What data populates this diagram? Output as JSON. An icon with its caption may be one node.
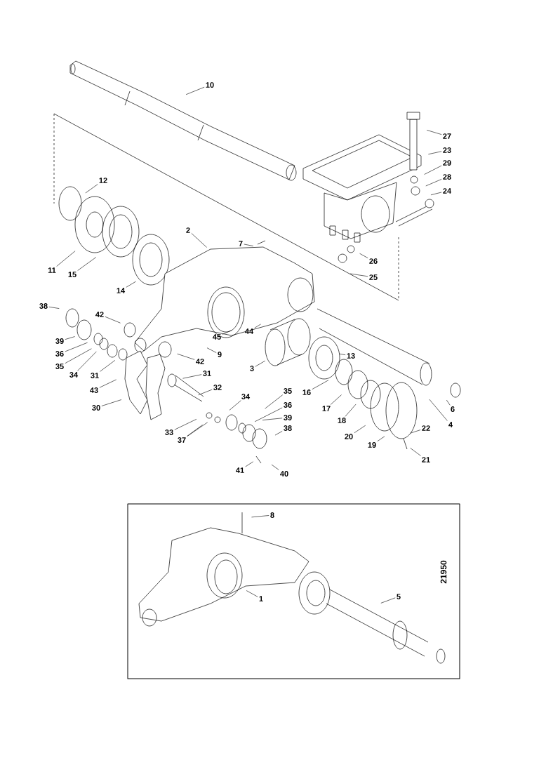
{
  "diagram": {
    "nodes": [
      {
        "text": [
          "10"
        ]
      },
      {
        "text": [
          "27"
        ]
      },
      {
        "text": [
          "23"
        ]
      },
      {
        "text": [
          "29"
        ]
      },
      {
        "text": [
          "28"
        ]
      },
      {
        "text": [
          "12"
        ]
      },
      {
        "text": [
          "24"
        ]
      },
      {
        "text": [
          "2"
        ]
      },
      {
        "text": [
          "7"
        ]
      },
      {
        "text": [
          "26"
        ]
      },
      {
        "text": [
          "11"
        ]
      },
      {
        "text": [
          "15"
        ]
      },
      {
        "text": [
          "25"
        ]
      },
      {
        "text": [
          "14"
        ]
      },
      {
        "text": [
          "38"
        ]
      },
      {
        "text": [
          "42"
        ]
      },
      {
        "text": [
          "44"
        ]
      },
      {
        "text": [
          "45"
        ]
      },
      {
        "text": [
          "39"
        ]
      },
      {
        "text": [
          "36"
        ]
      },
      {
        "text": [
          "9"
        ]
      },
      {
        "text": [
          "13"
        ]
      },
      {
        "text": [
          "42"
        ]
      },
      {
        "text": [
          "35"
        ]
      },
      {
        "text": [
          "3"
        ]
      },
      {
        "text": [
          "31"
        ]
      },
      {
        "text": [
          "34"
        ]
      },
      {
        "text": [
          "31"
        ]
      },
      {
        "text": [
          "32"
        ]
      },
      {
        "text": [
          "43"
        ]
      },
      {
        "text": [
          "35"
        ]
      },
      {
        "text": [
          "16"
        ]
      },
      {
        "text": [
          "34"
        ]
      },
      {
        "text": [
          "36"
        ]
      },
      {
        "text": [
          "30"
        ]
      },
      {
        "text": [
          "17"
        ]
      },
      {
        "text": [
          "6"
        ]
      },
      {
        "text": [
          "39"
        ]
      },
      {
        "text": [
          "18"
        ]
      },
      {
        "text": [
          "4"
        ]
      },
      {
        "text": [
          "22"
        ]
      },
      {
        "text": [
          "38"
        ]
      },
      {
        "text": [
          "33"
        ]
      },
      {
        "text": [
          "20"
        ]
      },
      {
        "text": [
          "37"
        ]
      },
      {
        "text": [
          "19"
        ]
      },
      {
        "text": [
          "21"
        ]
      },
      {
        "text": [
          "41"
        ]
      },
      {
        "text": [
          "40"
        ]
      },
      {
        "text": [
          "8"
        ]
      },
      {
        "text": [
          "1"
        ]
      },
      {
        "text": [
          "5"
        ]
      }
    ],
    "edges": [
      {
        "from": 0,
        "to": null,
        "arrow": "none"
      },
      {
        "from": 1,
        "to": null,
        "arrow": "none"
      },
      {
        "from": 2,
        "to": null,
        "arrow": "none"
      },
      {
        "from": 3,
        "to": null,
        "arrow": "none"
      },
      {
        "from": 4,
        "to": null,
        "arrow": "none"
      },
      {
        "from": 5,
        "to": null,
        "arrow": "none"
      },
      {
        "from": 6,
        "to": null,
        "arrow": "none"
      },
      {
        "from": 7,
        "to": null,
        "arrow": "none"
      },
      {
        "from": 8,
        "to": null,
        "arrow": "none"
      },
      {
        "from": 9,
        "to": null,
        "arrow": "none"
      },
      {
        "from": 10,
        "to": null,
        "arrow": "none"
      },
      {
        "from": 11,
        "to": null,
        "arrow": "none"
      },
      {
        "from": 12,
        "to": null,
        "arrow": "none"
      },
      {
        "from": 13,
        "to": null,
        "arrow": "none"
      },
      {
        "from": 14,
        "to": null,
        "arrow": "none"
      },
      {
        "from": 15,
        "to": null,
        "arrow": "none"
      },
      {
        "from": 16,
        "to": null,
        "arrow": "none"
      },
      {
        "from": 17,
        "to": null,
        "arrow": "none"
      },
      {
        "from": 18,
        "to": null,
        "arrow": "none"
      },
      {
        "from": 19,
        "to": null,
        "arrow": "none"
      },
      {
        "from": 20,
        "to": null,
        "arrow": "none"
      },
      {
        "from": 21,
        "to": null,
        "arrow": "none"
      },
      {
        "from": 22,
        "to": null,
        "arrow": "none"
      },
      {
        "from": 23,
        "to": null,
        "arrow": "none"
      },
      {
        "from": 24,
        "to": null,
        "arrow": "none"
      },
      {
        "from": 25,
        "to": null,
        "arrow": "none"
      },
      {
        "from": 26,
        "to": null,
        "arrow": "none"
      },
      {
        "from": 27,
        "to": null,
        "arrow": "none"
      },
      {
        "from": 28,
        "to": null,
        "arrow": "none"
      },
      {
        "from": 29,
        "to": null,
        "arrow": "none"
      },
      {
        "from": 30,
        "to": null,
        "arrow": "none"
      },
      {
        "from": 31,
        "to": null,
        "arrow": "none"
      },
      {
        "from": 32,
        "to": null,
        "arrow": "none"
      },
      {
        "from": 33,
        "to": null,
        "arrow": "none"
      },
      {
        "from": 34,
        "to": null,
        "arrow": "none"
      },
      {
        "from": 35,
        "to": null,
        "arrow": "none"
      },
      {
        "from": 36,
        "to": null,
        "arrow": "none"
      },
      {
        "from": 37,
        "to": null,
        "arrow": "none"
      },
      {
        "from": 38,
        "to": null,
        "arrow": "none"
      },
      {
        "from": 39,
        "to": null,
        "arrow": "none"
      },
      {
        "from": 40,
        "to": null,
        "arrow": "none"
      },
      {
        "from": 41,
        "to": null,
        "arrow": "none"
      },
      {
        "from": 42,
        "to": null,
        "arrow": "none"
      },
      {
        "from": 43,
        "to": null,
        "arrow": "none"
      },
      {
        "from": 44,
        "to": null,
        "arrow": "none"
      },
      {
        "from": 44,
        "to": null,
        "arrow": "none"
      },
      {
        "from": 45,
        "to": null,
        "arrow": "none"
      },
      {
        "from": 46,
        "to": null,
        "arrow": "none"
      },
      {
        "from": 47,
        "to": null,
        "arrow": "none"
      },
      {
        "from": 48,
        "to": null,
        "arrow": "none"
      },
      {
        "from": 49,
        "to": null,
        "arrow": "none"
      },
      {
        "from": 50,
        "to": null,
        "arrow": "none"
      },
      {
        "from": 51,
        "to": null,
        "arrow": "none"
      }
    ],
    "labels": [
      "21950"
    ]
  }
}
